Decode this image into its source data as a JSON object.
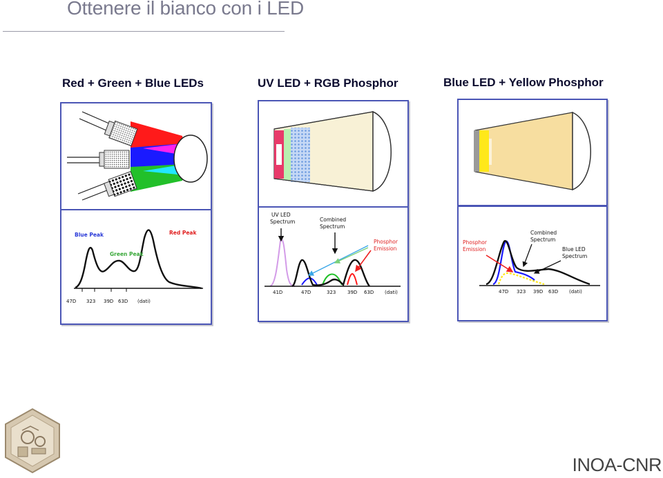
{
  "slide": {
    "title": "Ottenere il bianco con i LED",
    "footer": "INOA-CNR"
  },
  "columns": [
    {
      "heading": "Red + Green + Blue LEDs",
      "labels": {
        "blue_peak": "Blue Peak",
        "green_peak": "Green Peak",
        "red_peak": "Red Peak"
      },
      "axis_ticks": [
        "47D",
        "323",
        "39D",
        "63D",
        "(dati)"
      ]
    },
    {
      "heading": "UV LED + RGB Phosphor",
      "labels": {
        "uv_spectrum": "UV LED\nSpectrum",
        "combined_spectrum": "Combined\nSpectrum",
        "phosphor_emission": "Phosphor\nEmission"
      },
      "axis_ticks": [
        "41D",
        "47D",
        "323",
        "39D",
        "63D",
        "(dati)"
      ]
    },
    {
      "heading": "Blue LED + Yellow Phosphor",
      "labels": {
        "phosphor_emission": "Phosphor\nEmission",
        "combined_spectrum": "Combined\nSpectrum",
        "blue_led_spectrum": "Blue LED\nSpectrum"
      },
      "axis_ticks": [
        "47D",
        "323",
        "39D",
        "63D",
        "(dati)"
      ]
    }
  ],
  "colors": {
    "panel_border": "#4a55b5",
    "red": "#ff1a1a",
    "green": "#22c02a",
    "blue": "#1a1aff",
    "magenta": "#ff22ee",
    "cyan": "#22e6ff",
    "yellow": "#ffe81a",
    "uv_violet": "#d39be8",
    "phosphor_cream": "#f8f1d6",
    "yellow_beam": "#f7dea0"
  }
}
